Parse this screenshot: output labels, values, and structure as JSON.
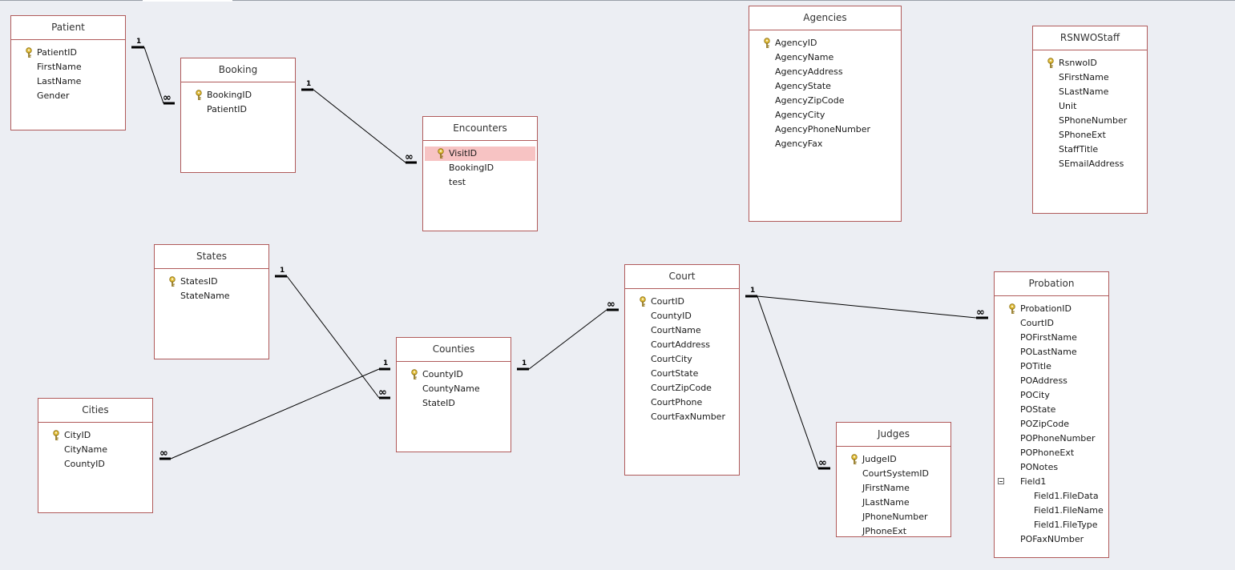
{
  "tables": {
    "patient": {
      "title": "Patient",
      "fields": [
        {
          "name": "PatientID",
          "key": true
        },
        {
          "name": "FirstName"
        },
        {
          "name": "LastName"
        },
        {
          "name": "Gender"
        }
      ]
    },
    "booking": {
      "title": "Booking",
      "fields": [
        {
          "name": "BookingID",
          "key": true
        },
        {
          "name": "PatientID"
        }
      ]
    },
    "encounters": {
      "title": "Encounters",
      "fields": [
        {
          "name": "VisitID",
          "key": true,
          "selected": true
        },
        {
          "name": "BookingID"
        },
        {
          "name": "test"
        }
      ]
    },
    "agencies": {
      "title": "Agencies",
      "fields": [
        {
          "name": "AgencyID",
          "key": true
        },
        {
          "name": "AgencyName"
        },
        {
          "name": "AgencyAddress"
        },
        {
          "name": "AgencyState"
        },
        {
          "name": "AgencyZipCode"
        },
        {
          "name": "AgencyCity"
        },
        {
          "name": "AgencyPhoneNumber"
        },
        {
          "name": "AgencyFax"
        }
      ]
    },
    "rsnwostaff": {
      "title": "RSNWOStaff",
      "fields": [
        {
          "name": "RsnwoID",
          "key": true
        },
        {
          "name": "SFirstName"
        },
        {
          "name": "SLastName"
        },
        {
          "name": "Unit"
        },
        {
          "name": "SPhoneNumber"
        },
        {
          "name": "SPhoneExt"
        },
        {
          "name": "StaffTitle"
        },
        {
          "name": "SEmailAddress"
        }
      ]
    },
    "states": {
      "title": "States",
      "fields": [
        {
          "name": "StatesID",
          "key": true
        },
        {
          "name": "StateName"
        }
      ]
    },
    "counties": {
      "title": "Counties",
      "fields": [
        {
          "name": "CountyID",
          "key": true
        },
        {
          "name": "CountyName"
        },
        {
          "name": "StateID"
        }
      ]
    },
    "cities": {
      "title": "Cities",
      "fields": [
        {
          "name": "CityID",
          "key": true
        },
        {
          "name": "CityName"
        },
        {
          "name": "CountyID"
        }
      ]
    },
    "court": {
      "title": "Court",
      "fields": [
        {
          "name": "CourtID",
          "key": true
        },
        {
          "name": "CountyID"
        },
        {
          "name": "CourtName"
        },
        {
          "name": "CourtAddress"
        },
        {
          "name": "CourtCity"
        },
        {
          "name": "CourtState"
        },
        {
          "name": "CourtZipCode"
        },
        {
          "name": "CourtPhone"
        },
        {
          "name": "CourtFaxNumber"
        }
      ]
    },
    "judges": {
      "title": "Judges",
      "fields": [
        {
          "name": "JudgeID",
          "key": true
        },
        {
          "name": "CourtSystemID"
        },
        {
          "name": "JFirstName"
        },
        {
          "name": "JLastName"
        },
        {
          "name": "JPhoneNumber"
        },
        {
          "name": "JPhoneExt"
        }
      ]
    },
    "probation": {
      "title": "Probation",
      "fields": [
        {
          "name": "ProbationID",
          "key": true
        },
        {
          "name": "CourtID"
        },
        {
          "name": "POFirstName"
        },
        {
          "name": "POLastName"
        },
        {
          "name": "POTitle"
        },
        {
          "name": "POAddress"
        },
        {
          "name": "POCity"
        },
        {
          "name": "POState"
        },
        {
          "name": "POZipCode"
        },
        {
          "name": "POPhoneNumber"
        },
        {
          "name": "POPhoneExt"
        },
        {
          "name": "PONotes"
        },
        {
          "name": "Field1",
          "expandable": true
        },
        {
          "name": "Field1.FileData",
          "sub": true
        },
        {
          "name": "Field1.FileName",
          "sub": true
        },
        {
          "name": "Field1.FileType",
          "sub": true
        },
        {
          "name": "POFaxNUmber"
        }
      ]
    }
  },
  "relationships": [
    {
      "from": "patient",
      "to": "booking",
      "one": "1",
      "many": "∞"
    },
    {
      "from": "booking",
      "to": "encounters",
      "one": "1",
      "many": "∞"
    },
    {
      "from": "states",
      "to": "counties",
      "one": "1",
      "many": "∞"
    },
    {
      "from": "counties",
      "to": "cities",
      "one": "1",
      "many": "∞"
    },
    {
      "from": "counties",
      "to": "court",
      "one": "1",
      "many": "∞"
    },
    {
      "from": "court",
      "to": "probation",
      "one": "1",
      "many": "∞"
    },
    {
      "from": "court",
      "to": "judges",
      "one": "1",
      "many": "∞"
    }
  ],
  "colors": {
    "background": "#eceef3",
    "table_border": "#b05a5a",
    "selected_row": "#f7c3c3",
    "key_icon": "#d9b233"
  }
}
